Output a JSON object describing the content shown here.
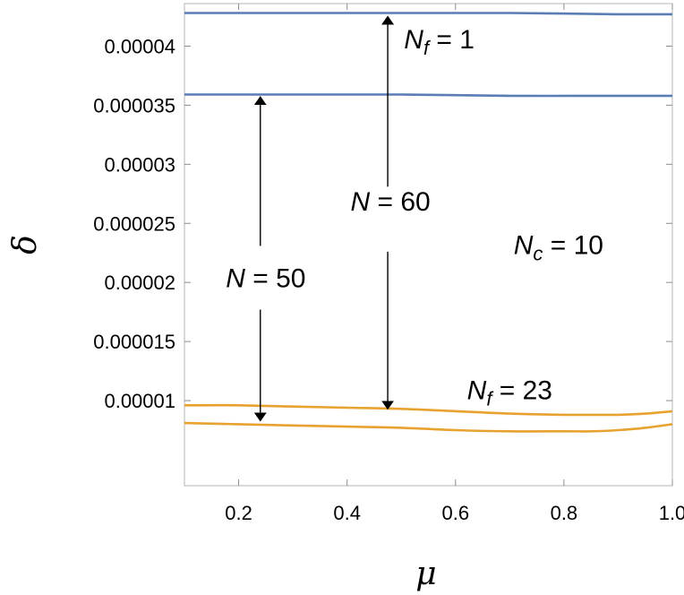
{
  "chart_data": {
    "type": "line",
    "xlabel": "μ",
    "ylabel": "δ",
    "xlim": [
      0.1,
      1.0
    ],
    "ylim": [
      2.8e-06,
      4.36e-05
    ],
    "x_ticks": [
      {
        "value": 0.2,
        "label": "0.2"
      },
      {
        "value": 0.4,
        "label": "0.4"
      },
      {
        "value": 0.6,
        "label": "0.6"
      },
      {
        "value": 0.8,
        "label": "0.8"
      },
      {
        "value": 1.0,
        "label": "1.0"
      }
    ],
    "y_ticks": [
      {
        "value": 1e-05,
        "label": "0.00001"
      },
      {
        "value": 1.5e-05,
        "label": "0.000015"
      },
      {
        "value": 2e-05,
        "label": "0.00002"
      },
      {
        "value": 2.5e-05,
        "label": "0.000025"
      },
      {
        "value": 3e-05,
        "label": "0.00003"
      },
      {
        "value": 3.5e-05,
        "label": "0.000035"
      },
      {
        "value": 4e-05,
        "label": "0.00004"
      }
    ],
    "grid": false,
    "series": [
      {
        "color": "#5b7db5",
        "x": [
          0.1,
          0.3,
          0.5,
          0.7,
          0.9,
          1.0
        ],
        "y": [
          4.28e-05,
          4.28e-05,
          4.28e-05,
          4.28e-05,
          4.27e-05,
          4.27e-05
        ]
      },
      {
        "color": "#5b7db5",
        "x": [
          0.1,
          0.3,
          0.5,
          0.7,
          0.9,
          1.0
        ],
        "y": [
          3.59e-05,
          3.59e-05,
          3.59e-05,
          3.58e-05,
          3.58e-05,
          3.58e-05
        ]
      },
      {
        "color": "#e8a230",
        "x": [
          0.1,
          0.2,
          0.3,
          0.4,
          0.5,
          0.6,
          0.7,
          0.8,
          0.85,
          0.9,
          0.95,
          1.0
        ],
        "y": [
          9.6e-06,
          9.6e-06,
          9.5e-06,
          9.4e-06,
          9.3e-06,
          9.1e-06,
          8.9e-06,
          8.8e-06,
          8.8e-06,
          8.8e-06,
          8.9e-06,
          9.1e-06
        ]
      },
      {
        "color": "#e8a230",
        "x": [
          0.1,
          0.2,
          0.3,
          0.4,
          0.5,
          0.6,
          0.7,
          0.8,
          0.85,
          0.9,
          0.95,
          1.0
        ],
        "y": [
          8.1e-06,
          8e-06,
          7.9e-06,
          7.8e-06,
          7.7e-06,
          7.5e-06,
          7.4e-06,
          7.4e-06,
          7.4e-06,
          7.5e-06,
          7.7e-06,
          8e-06
        ]
      }
    ],
    "annotations": [
      {
        "id": "nf1",
        "segments": [
          {
            "text": "N",
            "italic": true
          },
          {
            "text": "f",
            "sub": true,
            "italic": true
          },
          {
            "text": " = 1"
          }
        ],
        "x": 0.57,
        "y": 3.98e-05,
        "color": "#3d5f9a"
      },
      {
        "id": "nf23",
        "segments": [
          {
            "text": "N",
            "italic": true
          },
          {
            "text": "f",
            "sub": true,
            "italic": true
          },
          {
            "text": " = 23"
          }
        ],
        "x": 0.7,
        "y": 1.01e-05,
        "color": "#d9822b"
      },
      {
        "id": "nc10",
        "segments": [
          {
            "text": "N",
            "italic": true
          },
          {
            "text": "c",
            "sub": true,
            "italic": true
          },
          {
            "text": " = 10"
          }
        ],
        "x": 0.79,
        "y": 2.24e-05,
        "color": "#000000"
      },
      {
        "id": "n60",
        "segments": [
          {
            "text": "N",
            "italic": true
          },
          {
            "text": " = 60"
          }
        ],
        "x": 0.48,
        "y": 2.61e-05,
        "color": "#000000"
      },
      {
        "id": "n50",
        "segments": [
          {
            "text": "N",
            "italic": true
          },
          {
            "text": " = 50"
          }
        ],
        "x": 0.25,
        "y": 1.96e-05,
        "color": "#000000"
      }
    ],
    "arrows": [
      {
        "x": 0.24,
        "y_from": 2.31e-05,
        "y_to": 3.57e-05
      },
      {
        "x": 0.24,
        "y_from": 1.77e-05,
        "y_to": 8.3e-06
      },
      {
        "x": 0.475,
        "y_from": 2.81e-05,
        "y_to": 4.25e-05
      },
      {
        "x": 0.475,
        "y_from": 2.26e-05,
        "y_to": 9.3e-06
      }
    ]
  }
}
